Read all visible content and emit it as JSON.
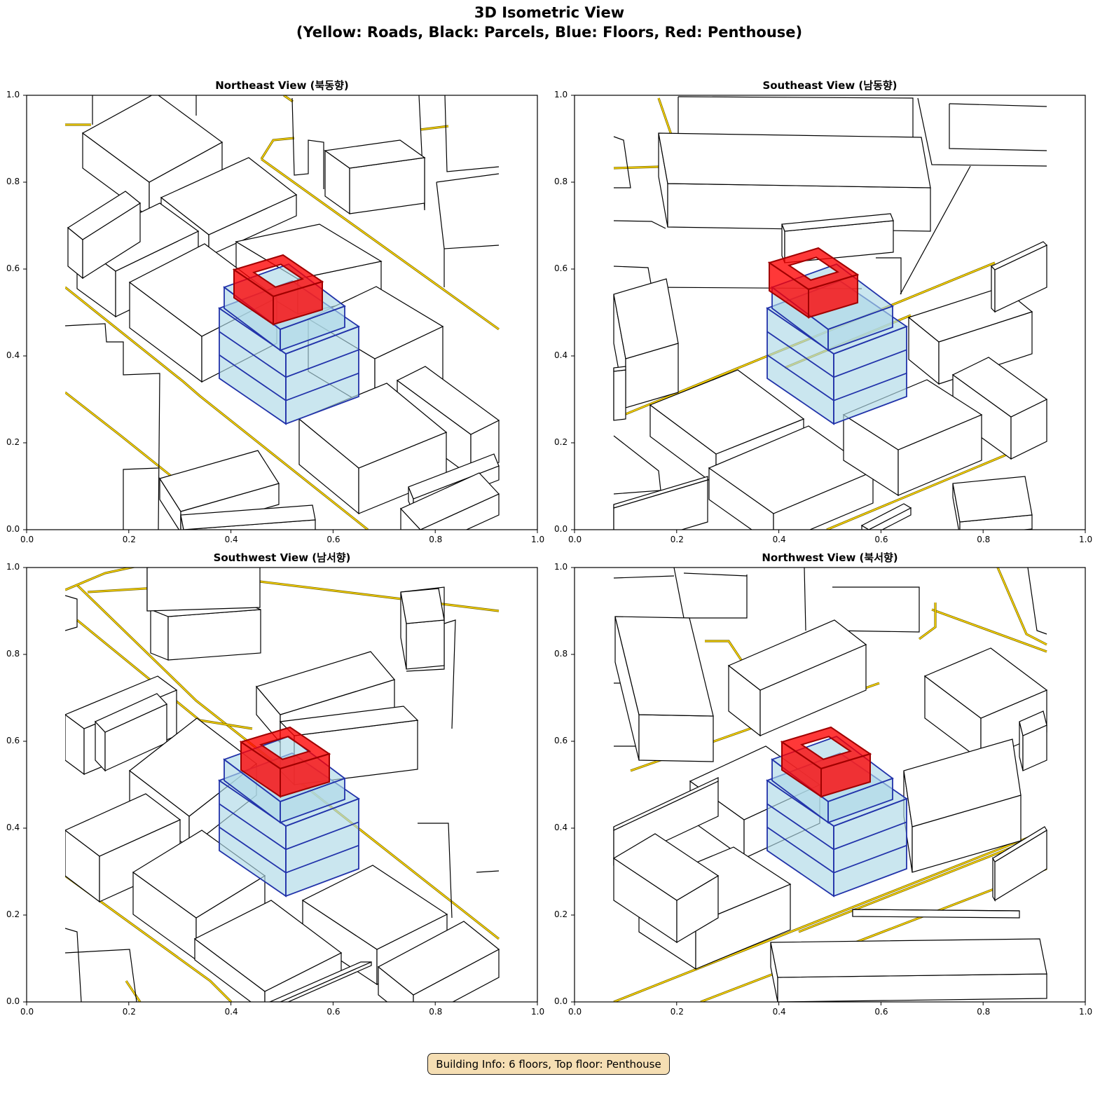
{
  "figure": {
    "title_line1": "3D Isometric View",
    "title_line2": "(Yellow: Roads, Black: Parcels, Blue: Floors, Red: Penthouse)",
    "info": "Building Info: 6 floors, Top floor: Penthouse"
  },
  "colors": {
    "road": "#FFD700",
    "road_edge": "#7a6a00",
    "parcel": "#000000",
    "floor_fill": "#add8e6",
    "floor_edge": "#2233aa",
    "penthouse": "#ff0000"
  },
  "panels": [
    {
      "title": "Northeast View (북동향)"
    },
    {
      "title": "Southeast View (남동향)"
    },
    {
      "title": "Southwest View (남서향)"
    },
    {
      "title": "Northwest View (북서향)"
    }
  ],
  "axes": {
    "x_ticks": [
      "0.0",
      "0.2",
      "0.4",
      "0.6",
      "0.8",
      "1.0"
    ],
    "y_ticks": [
      "0.0",
      "0.2",
      "0.4",
      "0.6",
      "0.8",
      "1.0"
    ],
    "xlim": [
      0,
      1
    ],
    "ylim": [
      0,
      1
    ]
  }
}
